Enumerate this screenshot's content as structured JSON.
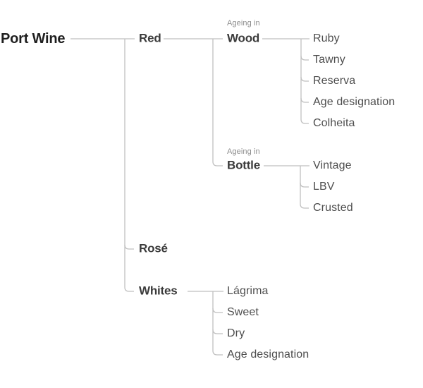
{
  "tree": {
    "root": {
      "label": "Port Wine"
    },
    "branches": [
      {
        "label": "Red",
        "groups": [
          {
            "tag": "Ageing in",
            "label": "Wood",
            "children": [
              "Ruby",
              "Tawny",
              "Reserva",
              "Age designation",
              "Colheita"
            ]
          },
          {
            "tag": "Ageing in",
            "label": "Bottle",
            "children": [
              "Vintage",
              "LBV",
              "Crusted"
            ]
          }
        ]
      },
      {
        "label": "Rosé"
      },
      {
        "label": "Whites",
        "children": [
          "Lágrima",
          "Sweet",
          "Dry",
          "Age designation"
        ]
      }
    ],
    "colors": {
      "root_text": "#1f1f1f",
      "branch_text": "#3b3b3b",
      "leaf_text": "#4e4e4e",
      "tag_text": "#8c8c8c",
      "connector_line": "#bfbfbf",
      "background": "#ffffff"
    }
  }
}
